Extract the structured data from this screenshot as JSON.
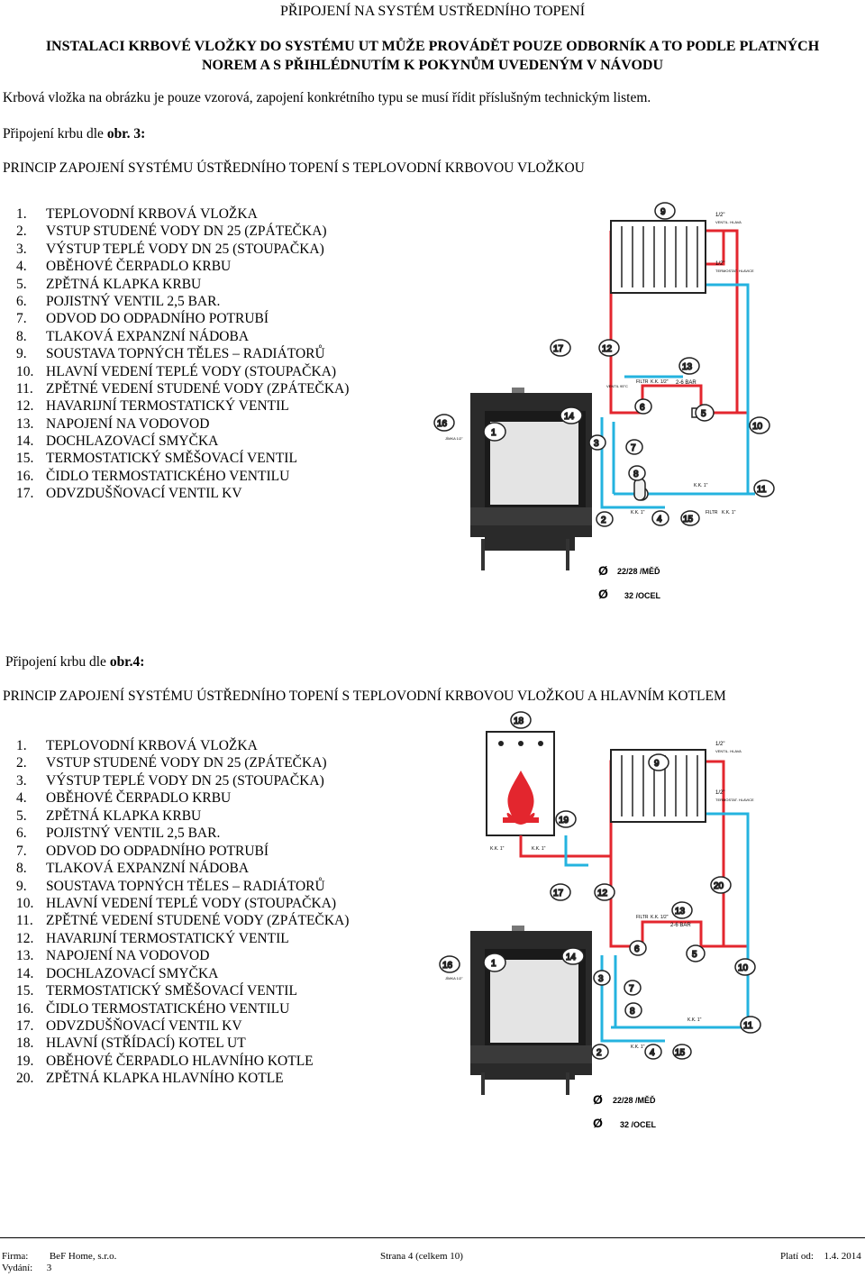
{
  "header": {
    "title": "PŘIPOJENÍ NA SYSTÉM USTŘEDNÍHO TOPENÍ",
    "warning_line1": "INSTALACI KRBOVÉ VLOŽKY DO SYSTÉMU UT MŮŽE PROVÁDĚT POUZE ODBORNÍK A TO PODLE PLATNÝCH",
    "warning_line2": "NOREM A S PŘIHLÉDNUTÍM K POKYNŮM UVEDENÝM V NÁVODU"
  },
  "intro": "Krbová vložka na obrázku je pouze vzorová, zapojení konkrétního typu se musí řídit příslušným technickým listem.",
  "section1": {
    "label_prefix": "Připojení krbu dle ",
    "label_bold": "obr. 3:",
    "title": "PRINCIP ZAPOJENÍ SYSTÉMU ÚSTŘEDNÍHO TOPENÍ S TEPLOVODNÍ KRBOVOU VLOŽKOU",
    "items": [
      {
        "n": "1.",
        "text": "TEPLOVODNÍ KRBOVÁ VLOŽKA"
      },
      {
        "n": "2.",
        "text": "VSTUP STUDENÉ VODY DN 25 (ZPÁTEČKA)"
      },
      {
        "n": "3.",
        "text": "VÝSTUP TEPLÉ VODY DN 25 (STOUPAČKA)"
      },
      {
        "n": "4.",
        "text": "OBĚHOVÉ ČERPADLO KRBU"
      },
      {
        "n": "5.",
        "text": "ZPĚTNÁ KLAPKA KRBU"
      },
      {
        "n": "6.",
        "text": "POJISTNÝ VENTIL 2,5 BAR."
      },
      {
        "n": "7.",
        "text": "ODVOD DO ODPADNÍHO POTRUBÍ"
      },
      {
        "n": "8.",
        "text": "TLAKOVÁ EXPANZNÍ NÁDOBA"
      },
      {
        "n": "9.",
        "text": "SOUSTAVA TOPNÝCH TĚLES – RADIÁTORŮ"
      },
      {
        "n": "10.",
        "text": "HLAVNÍ VEDENÍ TEPLÉ VODY (STOUPAČKA)"
      },
      {
        "n": "11.",
        "text": "ZPĚTNÉ VEDENÍ STUDENÉ VODY (ZPÁTEČKA)"
      },
      {
        "n": "12.",
        "text": "HAVARIJNÍ TERMOSTATICKÝ VENTIL"
      },
      {
        "n": "13.",
        "text": "NAPOJENÍ NA VODOVOD"
      },
      {
        "n": "14.",
        "text": "DOCHLAZOVACÍ SMYČKA"
      },
      {
        "n": "15.",
        "text": "TERMOSTATICKÝ SMĚŠOVACÍ VENTIL"
      },
      {
        "n": "16.",
        "text": "ČIDLO TERMOSTATICKÉHO VENTILU"
      },
      {
        "n": "17.",
        "text": "ODVZDUŠŇOVACÍ VENTIL KV"
      }
    ]
  },
  "section2": {
    "label_prefix": "Připojení krbu dle ",
    "label_bold": "obr.4:",
    "title": "PRINCIP ZAPOJENÍ SYSTÉMU ÚSTŘEDNÍHO TOPENÍ S TEPLOVODNÍ KRBOVOU VLOŽKOU A HLAVNÍM KOTLEM",
    "items": [
      {
        "n": "1.",
        "text": "TEPLOVODNÍ KRBOVÁ VLOŽKA"
      },
      {
        "n": "2.",
        "text": "VSTUP STUDENÉ VODY DN 25 (ZPÁTEČKA)"
      },
      {
        "n": "3.",
        "text": "VÝSTUP TEPLÉ VODY DN 25 (STOUPAČKA)"
      },
      {
        "n": "4.",
        "text": "OBĚHOVÉ ČERPADLO KRBU"
      },
      {
        "n": "5.",
        "text": "ZPĚTNÁ KLAPKA KRBU"
      },
      {
        "n": "6.",
        "text": "POJISTNÝ VENTIL 2,5 BAR."
      },
      {
        "n": "7.",
        "text": "ODVOD DO ODPADNÍHO POTRUBÍ"
      },
      {
        "n": "8.",
        "text": "TLAKOVÁ EXPANZNÍ NÁDOBA"
      },
      {
        "n": "9.",
        "text": "SOUSTAVA TOPNÝCH TĚLES – RADIÁTORŮ"
      },
      {
        "n": "10.",
        "text": "HLAVNÍ VEDENÍ TEPLÉ VODY (STOUPAČKA)"
      },
      {
        "n": "11.",
        "text": "ZPĚTNÉ VEDENÍ STUDENÉ VODY (ZPÁTEČKA)"
      },
      {
        "n": "12.",
        "text": "HAVARIJNÍ TERMOSTATICKÝ VENTIL"
      },
      {
        "n": "13.",
        "text": "NAPOJENÍ NA VODOVOD"
      },
      {
        "n": "14.",
        "text": "DOCHLAZOVACÍ SMYČKA"
      },
      {
        "n": "15.",
        "text": "TERMOSTATICKÝ SMĚŠOVACÍ VENTIL"
      },
      {
        "n": "16.",
        "text": "ČIDLO TERMOSTATICKÉHO VENTILU"
      },
      {
        "n": "17.",
        "text": "ODVZDUŠŇOVACÍ VENTIL KV"
      },
      {
        "n": "18.",
        "text": "HLAVNÍ (STŘÍDACÍ) KOTEL UT"
      },
      {
        "n": "19.",
        "text": "OBĚHOVÉ ČERPADLO HLAVNÍHO KOTLE"
      },
      {
        "n": "20.",
        "text": "ZPĚTNÁ KLAPKA HLAVNÍHO KOTLE"
      }
    ]
  },
  "diagram": {
    "colors": {
      "hot": "#e3262e",
      "cold": "#24b3df",
      "outline": "#222222",
      "stove": "#2a2a2a"
    },
    "labels": {
      "half_inch": "1/2\"",
      "vent_head": "VENTIL. HLAVA",
      "thermostat_head": "TERMOSTAT. HLAVICE",
      "filter": "FILTR",
      "kk_half": "K.K. 1/2\"",
      "bar": "2-6 BAR",
      "kk_one": "K.K. 1\"",
      "sensor_note": "JÍMKA 1/2\"",
      "valve_note": "VENTIL 95°C",
      "pipe_copper": "22/28 /MĚĎ",
      "pipe_steel": "32 /OCEL",
      "diameter_symbol": "Ø",
      "boiler_kk_a": "K.K. 1\"",
      "boiler_kk_b": "K.K. 1\""
    }
  },
  "footer": {
    "firm_label": "Firma:",
    "firm_value": "BeF Home, s.r.o.",
    "page": "Strana 4 (celkem 10)",
    "valid_label": "Platí od:",
    "valid_value": "1.4. 2014",
    "issue_label": "Vydání:",
    "issue_value": "3"
  }
}
